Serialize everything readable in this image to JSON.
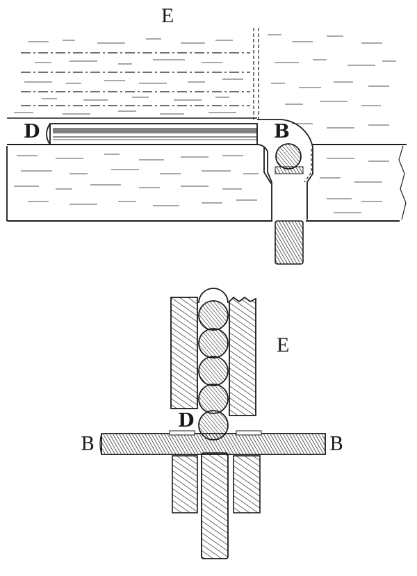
{
  "figure": {
    "top_view": {
      "label_e": "E",
      "label_d": "D",
      "label_b": "B"
    },
    "section_view": {
      "label_e": "E",
      "label_d": "D",
      "label_b_left": "B",
      "label_b_right": "B"
    },
    "colors": {
      "ink": "#1a1a1a",
      "paper": "#ffffff"
    }
  }
}
